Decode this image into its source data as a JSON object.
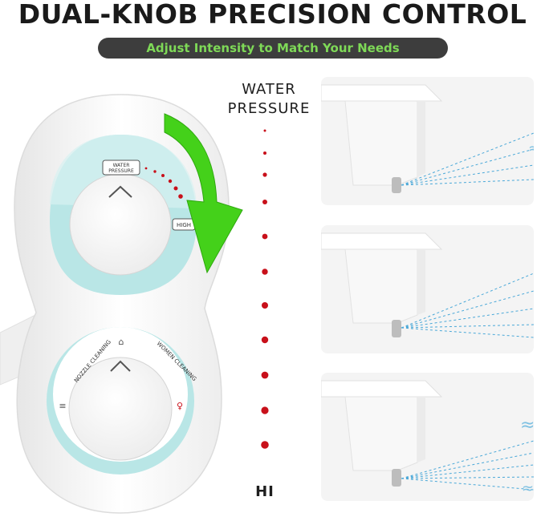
{
  "header": {
    "title": "DUAL-KNOB PRECISION CONTROL",
    "subtitle": "Adjust Intensity to Match Your Needs"
  },
  "scale": {
    "top_label_line1": "WATER",
    "top_label_line2": "PRESSURE",
    "bottom_label": "HI",
    "dot_color": "#c8101a"
  },
  "device": {
    "pressure_badge_line1": "WATER",
    "pressure_badge_line2": "PRESSURE",
    "high_label": "HIGH",
    "nozzle_cleaning": "NOZZLE CLEANING",
    "women_cleaning": "WOMEN CLEANING"
  },
  "colors": {
    "accent_green": "#7ed957",
    "arrow_green": "#44d11a",
    "teal": "#b9e6e6",
    "spray_blue": "#4aa8d8"
  },
  "panels": [
    {
      "level": "low"
    },
    {
      "level": "medium"
    },
    {
      "level": "high"
    }
  ]
}
